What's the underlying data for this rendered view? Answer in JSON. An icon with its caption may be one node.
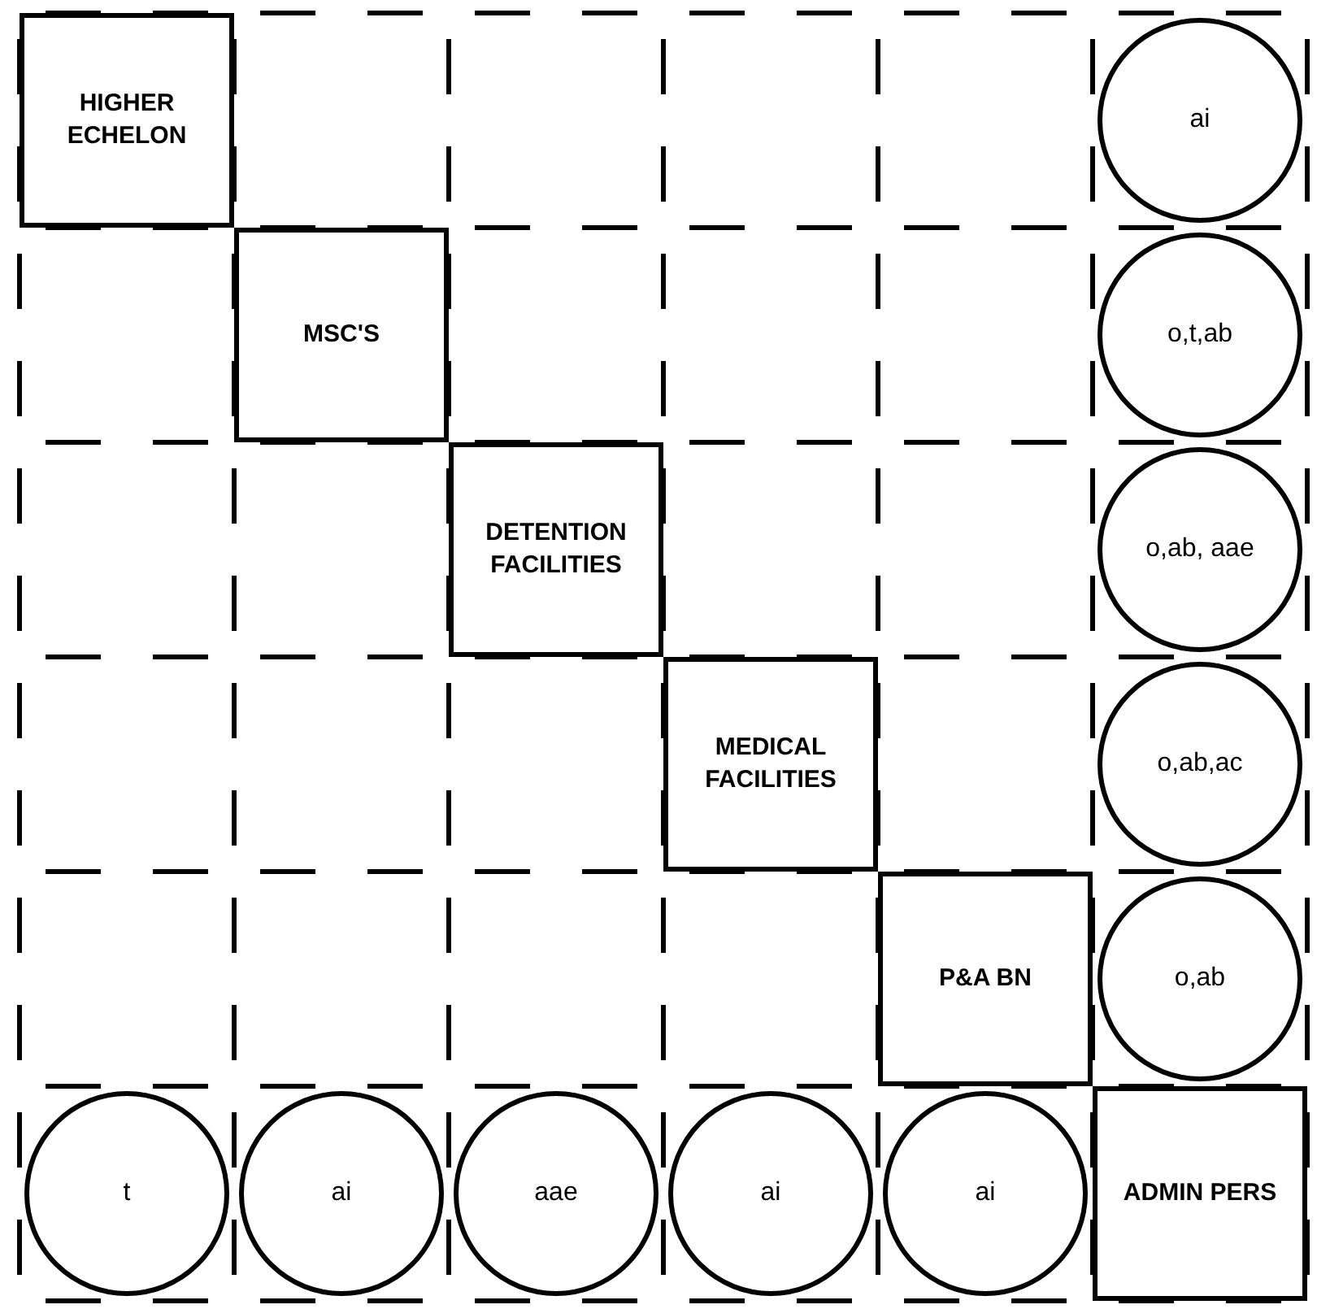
{
  "diagram": {
    "nodes": [
      {
        "text": [
          "HIGHER ECHELON"
        ]
      },
      {
        "text": [
          "ai"
        ]
      },
      {
        "text": [
          "MSC'S"
        ]
      },
      {
        "text": [
          "o,t,ab"
        ]
      },
      {
        "text": [
          "DETENTION FACILITIES"
        ]
      },
      {
        "text": [
          "o,ab, aae"
        ]
      },
      {
        "text": [
          "MEDICAL FACILITIES"
        ]
      },
      {
        "text": [
          "o,ab,ac"
        ]
      },
      {
        "text": [
          "P&A BN"
        ]
      },
      {
        "text": [
          "o,ab"
        ]
      },
      {
        "text": [
          "t"
        ]
      },
      {
        "text": [
          "ai"
        ]
      },
      {
        "text": [
          "aae"
        ]
      },
      {
        "text": [
          "ai"
        ]
      },
      {
        "text": [
          "ai"
        ]
      },
      {
        "text": [
          "ADMIN PERS"
        ]
      }
    ]
  }
}
